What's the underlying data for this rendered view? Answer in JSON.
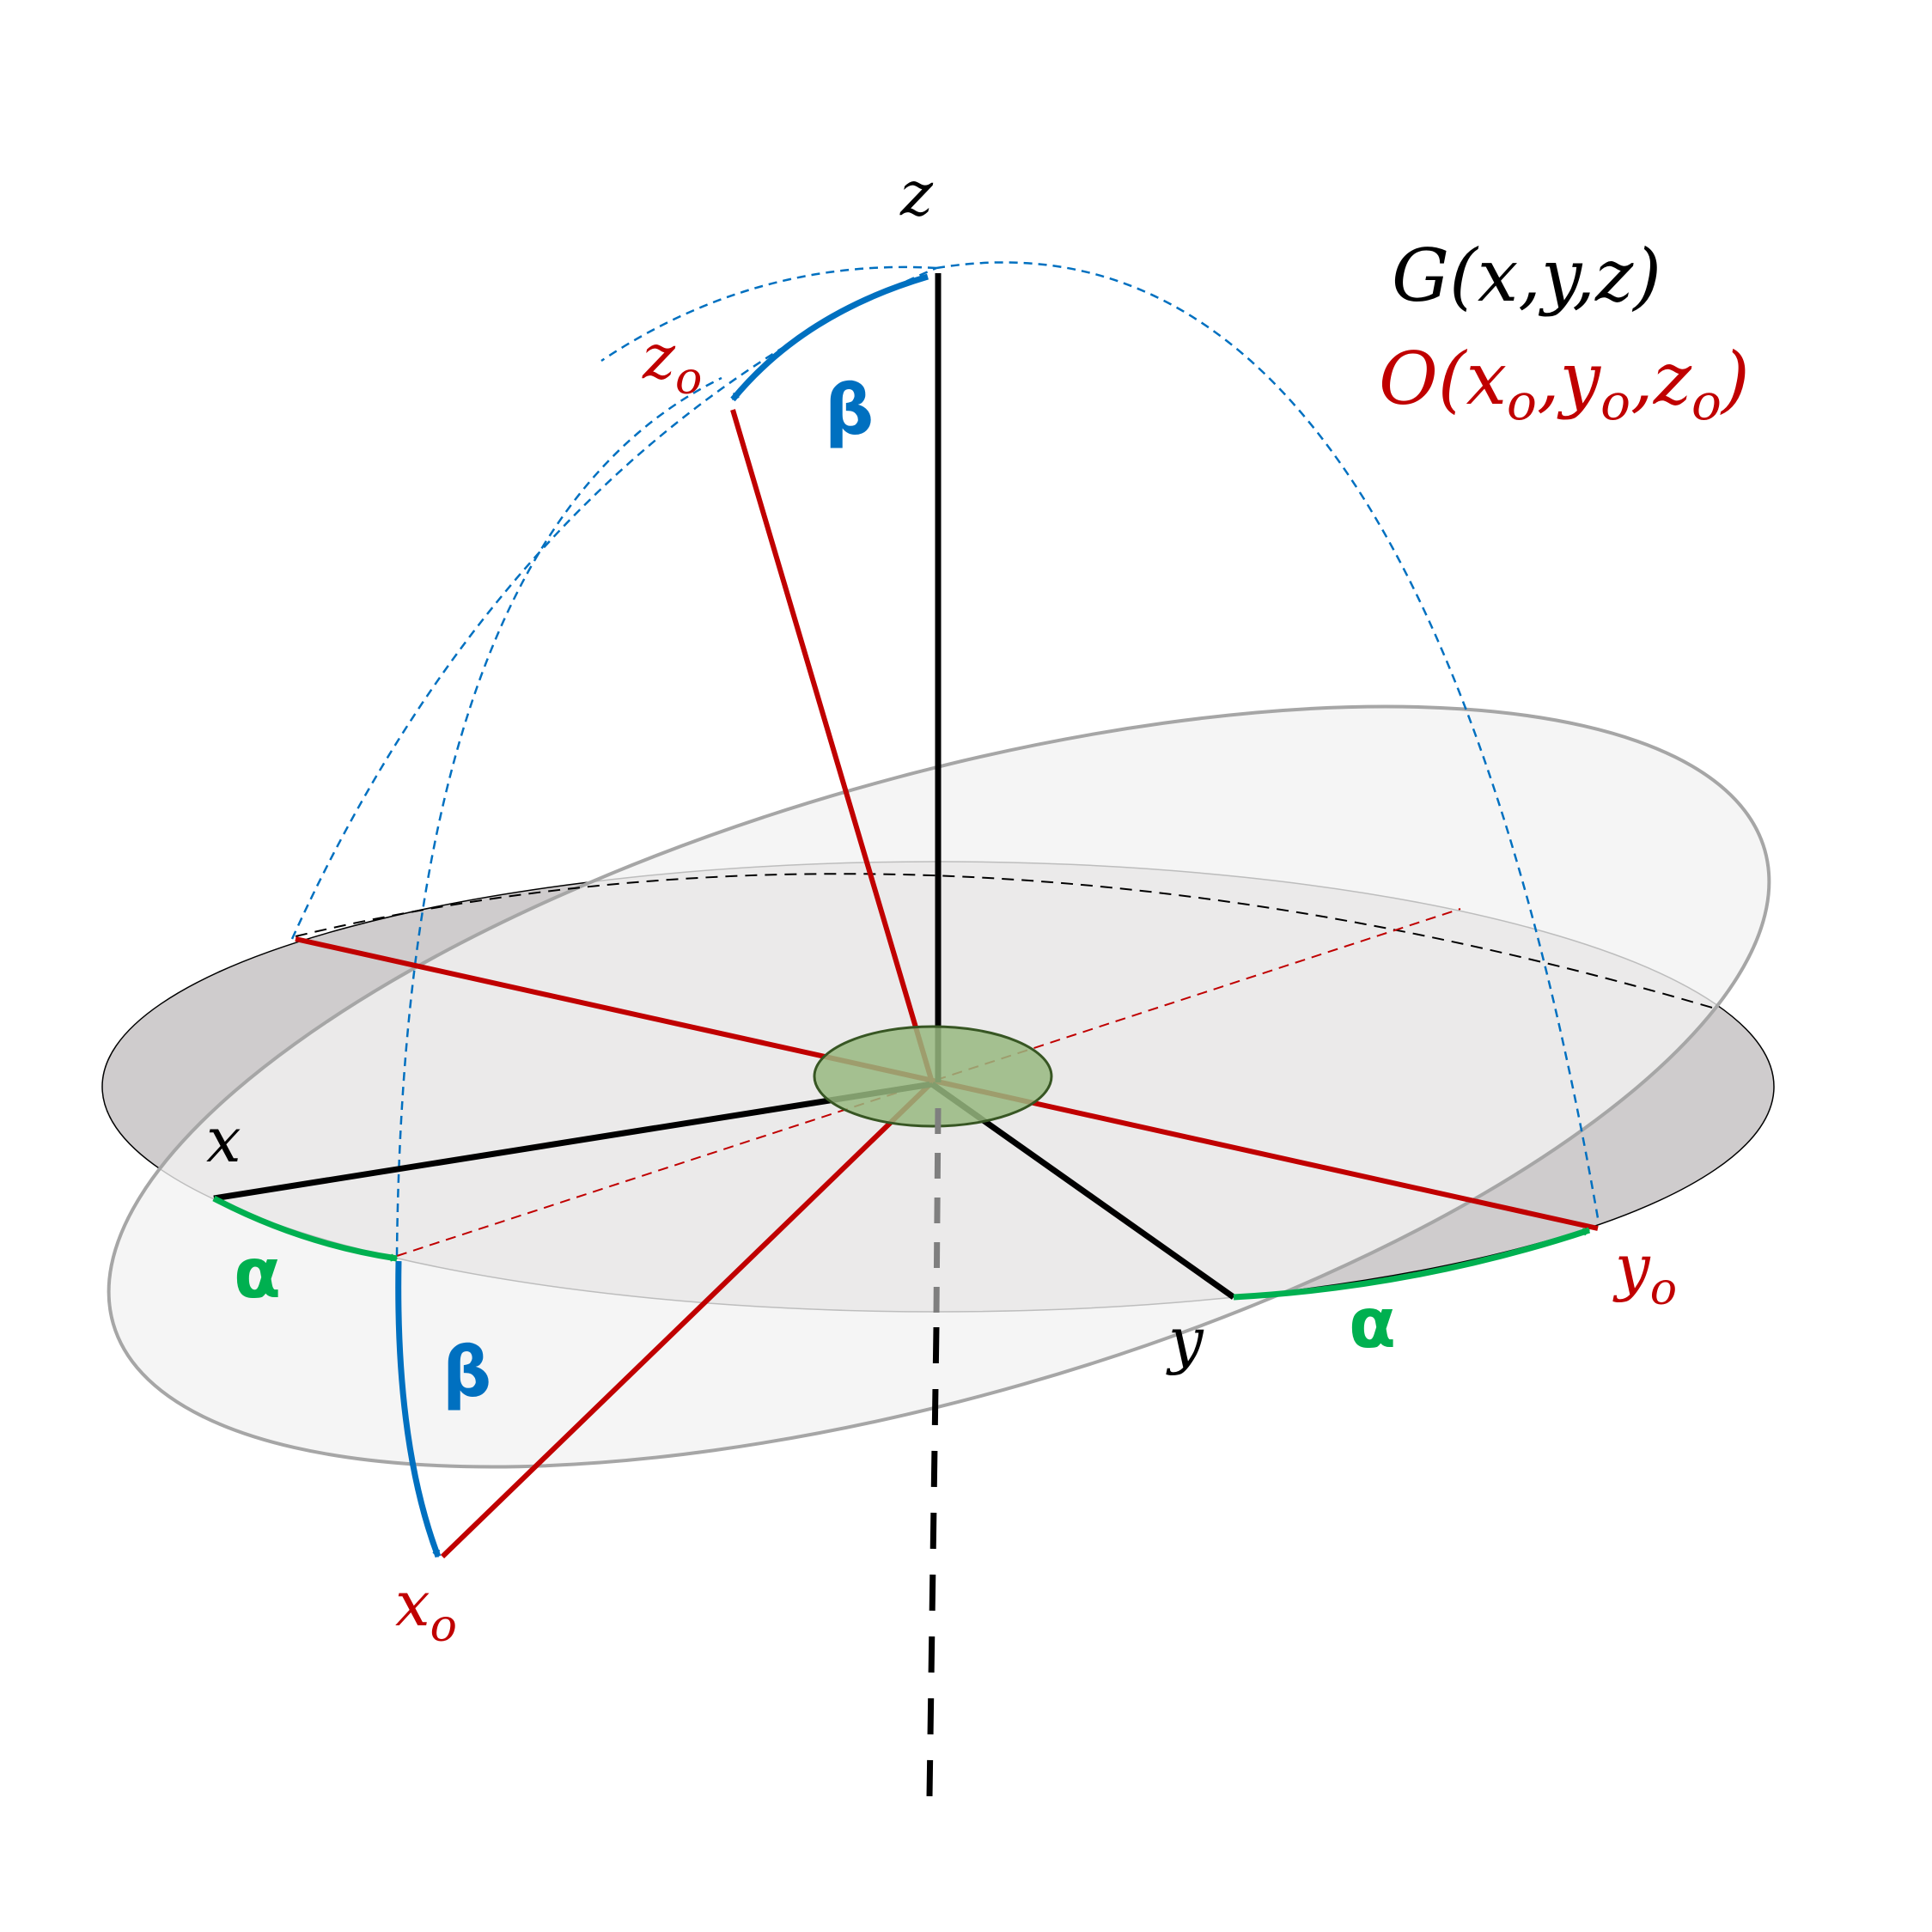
{
  "colors": {
    "black": "#000000",
    "red": "#c00000",
    "blue": "#0070c0",
    "green": "#00b050",
    "disk_dark": "#cfcccd",
    "disk_light": "#f2f2f2",
    "disk_edge": "#a6a6a6",
    "center_fill": "#98b980"
  },
  "labels": {
    "z": "z",
    "x": "x",
    "y": "y",
    "xo_base": "x",
    "yo_base": "y",
    "zo_base": "z",
    "sub_o": "o",
    "alpha": "α",
    "beta": "β"
  },
  "legend": {
    "global_prefix": "G(",
    "global_x": "x",
    "global_comma1": ",",
    "global_y": "y",
    "global_comma2": ",",
    "global_z": "z",
    "global_suffix": ")",
    "object_prefix": "O(",
    "object_x": "x",
    "object_comma1": ",",
    "object_y": "y",
    "object_comma2": ",",
    "object_z": "z",
    "object_suffix": ")",
    "sub_o": "o"
  }
}
